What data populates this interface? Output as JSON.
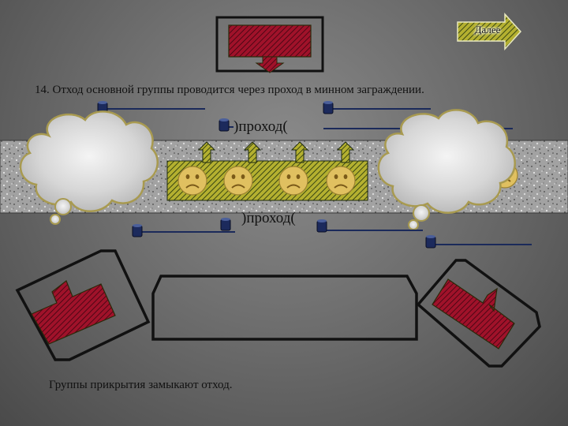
{
  "slide": {
    "next_label": "Далее",
    "caption_top": "14. Отход основной группы проводится через проход в минном заграждении.",
    "caption_bottom": "Группы прикрытия замыкают отход.",
    "passage_label_top": ")проход(",
    "passage_label_bottom": ")проход("
  },
  "colors": {
    "background": "#6e6e6e",
    "arrow_fill": "#a0122a",
    "road_fill": "#9a9a9a",
    "soldier_face": "#e0c060",
    "frame_stroke": "#111111",
    "mine_wire": "#1b2a5a"
  },
  "icons": {
    "smiley": "sad-face-icon",
    "mine": "mine-icon",
    "cloud": "smoke-cloud-icon"
  }
}
